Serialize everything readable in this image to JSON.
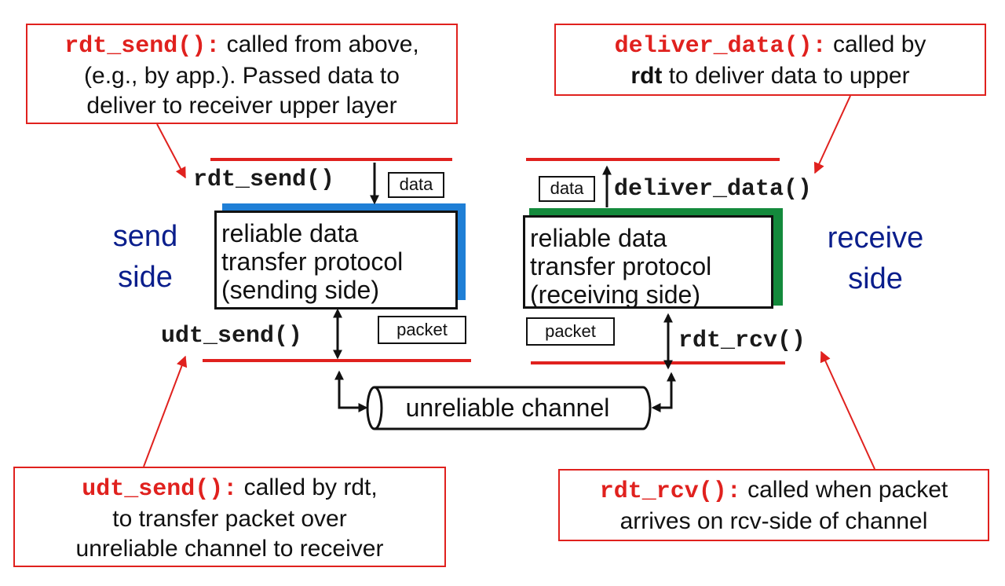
{
  "callouts": {
    "rdt_send": {
      "fn": "rdt_send():",
      "text1": " called from above,",
      "text2": "(e.g., by app.). Passed data to",
      "text3": "deliver to receiver upper layer"
    },
    "deliver_data": {
      "fn": "deliver_data():",
      "text1": " called by",
      "bold": "rdt",
      "text2": " to deliver data to upper"
    },
    "udt_send": {
      "fn": "udt_send():",
      "text1": " called by rdt,",
      "text2": "to transfer packet over",
      "text3": "unreliable channel to receiver"
    },
    "rdt_rcv": {
      "fn": "rdt_rcv():",
      "text1": " called when packet",
      "text2": "arrives on rcv-side of channel"
    }
  },
  "sender": {
    "side_line1": "send",
    "side_line2": "side",
    "protocol_line1": "reliable data",
    "protocol_line2": "transfer protocol",
    "protocol_line3": "(sending side)",
    "call_top": "rdt_send()",
    "call_bottom": "udt_send()",
    "data_tag": "data",
    "packet_tag": "packet"
  },
  "receiver": {
    "side_line1": "receive",
    "side_line2": "side",
    "protocol_line1": "reliable data",
    "protocol_line2": "transfer protocol",
    "protocol_line3": "(receiving side)",
    "call_top": "deliver_data()",
    "call_bottom": "rdt_rcv()",
    "data_tag": "data",
    "packet_tag": "packet"
  },
  "channel": {
    "label": "unreliable channel"
  },
  "colors": {
    "accent_red": "#e0211e",
    "side_blue": "#0a1e8c",
    "send_shadow": "#1f7fd6",
    "recv_shadow": "#148a3c"
  }
}
